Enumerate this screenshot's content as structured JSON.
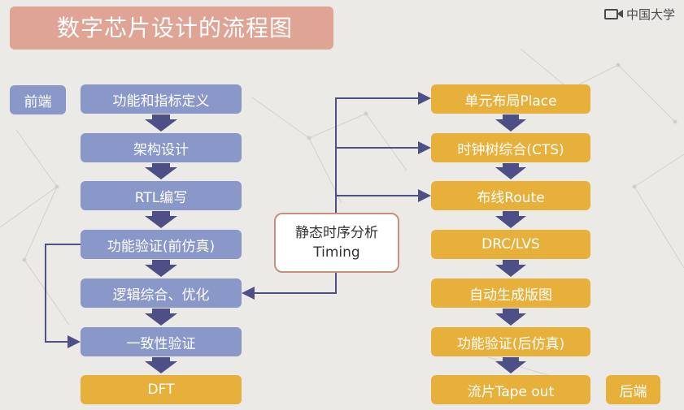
{
  "title": "数字芯片设计的流程图",
  "logo": {
    "text": "中国大学",
    "icon": "mooc-camera-icon"
  },
  "front_label": "前端",
  "back_label": "后端",
  "front_steps": [
    "功能和指标定义",
    "架构设计",
    "RTL编写",
    "功能验证(前仿真)",
    "逻辑综合、优化",
    "一致性验证",
    "DFT"
  ],
  "back_steps": [
    "单元布局Place",
    "时钟树综合(CTS)",
    "布线Route",
    "DRC/LVS",
    "自动生成版图",
    "功能验证(后仿真)",
    "流片Tape out"
  ],
  "sta": {
    "line1": "静态时序分析",
    "line2": "Timing"
  },
  "colors": {
    "front": "#8a97c9",
    "back": "#e6b03a",
    "title_bg": "#dfa494",
    "connector": "#4d4f86",
    "sta_border": "#c88f7f"
  }
}
